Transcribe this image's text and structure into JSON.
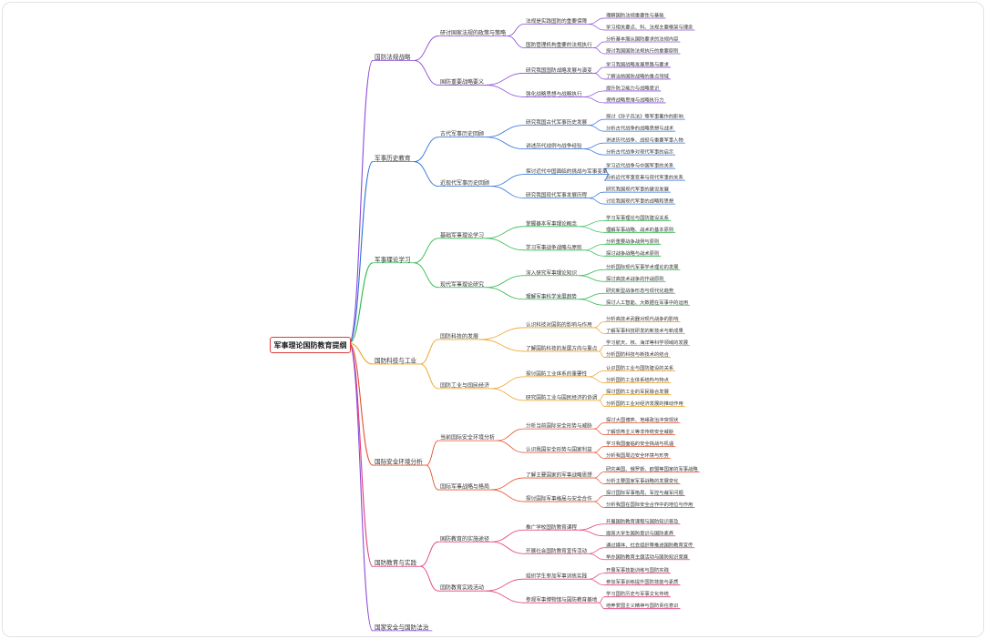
{
  "root": "军事理论国防教育提纲",
  "branches": [
    {
      "label": "国防法规战略",
      "color": "#8a4bd8",
      "children": [
        {
          "label": "研讨国家法规的政策与策略",
          "children": [
            {
              "label": "法规是实践国防的重要保障",
              "children": [
                "理解国防法规重要性与基础",
                "学习相关要点、科、法规主要框架与理念"
              ]
            },
            {
              "label": "国防管理机构重要的法规执行",
              "children": [
                "分析基本服从国防要求的法规内容",
                "探讨我国国防法规执行的重要原则"
              ]
            }
          ]
        },
        {
          "label": "国防重要战略要义",
          "children": [
            {
              "label": "研究我国国防战略发展与演变",
              "children": [
                "学习我国战略发展思路与要求",
                "了解当前国防战略的重点领域"
              ]
            },
            {
              "label": "强化战略思想与战略执行",
              "children": [
                "提升防卫能力与战略意识",
                "保持战略思维与战略执行力"
              ]
            }
          ]
        }
      ]
    },
    {
      "label": "军事历史教育",
      "color": "#2f6fd8",
      "children": [
        {
          "label": "古代军事历史回顾",
          "children": [
            {
              "label": "研究我国古代军事历史发展",
              "children": [
                "探讨《孙子兵法》等军事著作的影响",
                "分析古代战争的战略思想与战术"
              ]
            },
            {
              "label": "讲述历代战例与战争经验",
              "children": [
                "讲述历代战争、战役与重要军事人物",
                "分析古代战争对现代军事的启示"
              ]
            }
          ]
        },
        {
          "label": "近现代军事历史回顾",
          "children": [
            {
              "label": "探讨近代中国面临的挑战与军事变革",
              "children": [
                "学习近代战争与中国军事的关系",
                "分析近代军事变革与现代军事的关系"
              ]
            },
            {
              "label": "研究我国现代军事发展历程",
              "children": [
                "研究我国现代军事的建设发展",
                "讨论我国现代军事的战略和思想"
              ]
            }
          ]
        }
      ]
    },
    {
      "label": "军事理论学习",
      "color": "#2db84d",
      "children": [
        {
          "label": "基础军事理论学习",
          "children": [
            {
              "label": "掌握基本军事理论概念",
              "children": [
                "学习军事理论与国防建设关系",
                "理解军事战略、战术的基本原则"
              ]
            },
            {
              "label": "学习军事战争战略与原则",
              "children": [
                "分析重要战争战例与原则",
                "探讨战争战略与战术原则"
              ]
            }
          ]
        },
        {
          "label": "现代军事理论研究",
          "children": [
            {
              "label": "深入研究军事理论知识",
              "children": [
                "分析国际现代军事学术理论的发展",
                "探讨高技术战争的作战原则"
              ]
            },
            {
              "label": "理解军事科学发展趋势",
              "children": [
                "研究新型战争形态与现代化趋势",
                "探讨人工智能、大数据在军事中的运用"
              ]
            }
          ]
        }
      ]
    },
    {
      "label": "国防科技与工业",
      "color": "#f0a020",
      "children": [
        {
          "label": "国防科技的发展",
          "children": [
            {
              "label": "认识科技对国防的影响与作用",
              "children": [
                "分析高技术武器对现代战争的影响",
                "了解军事科技研发的新技术与新成果"
              ]
            },
            {
              "label": "了解国防科技的发展方向与重点",
              "children": [
                "学习航天、核、海洋等科学领域的发展",
                "分析国防科技与新技术的结合"
              ]
            }
          ]
        },
        {
          "label": "国防工业与国民经济",
          "children": [
            {
              "label": "探讨国防工业体系的重要性",
              "children": [
                "认识国防工业与国防建设的关系",
                "分析国防工业体系结构与特点"
              ]
            },
            {
              "label": "研究国防工业与国民经济的协调",
              "children": [
                "探讨国防工业的军民融合发展",
                "分析国防工业对经济发展的推动作用"
              ]
            }
          ]
        }
      ]
    },
    {
      "label": "国际安全环境分析",
      "color": "#e5512e",
      "children": [
        {
          "label": "当前国际安全环境分析",
          "children": [
            {
              "label": "分析当前国际安全形势与威胁",
              "children": [
                "探讨大国博弈、地缘政治冲突现状",
                "了解恐怖主义等非传统安全威胁"
              ]
            },
            {
              "label": "认识我国安全形势与国家利益",
              "children": [
                "学习我国面临的安全挑战与机遇",
                "分析我国周边安全环境与形势"
              ]
            }
          ]
        },
        {
          "label": "国际军事战略与格局",
          "children": [
            {
              "label": "了解主要国家的军事战略思想",
              "children": [
                "研究美国、俄罗斯、欧盟等国家的军事战略",
                "分析主要国家军事战略的发展变化"
              ]
            },
            {
              "label": "探讨国际军事格局与安全合作",
              "children": [
                "探讨国际军事格局、军控与裁军问题",
                "分析我国在国际安全合作中的地位与作用"
              ]
            }
          ]
        }
      ]
    },
    {
      "label": "国防教育与实践",
      "color": "#e23b7c",
      "children": [
        {
          "label": "国防教育的实施途径",
          "children": [
            {
              "label": "推广学校国防教育课程",
              "children": [
                "开展国防教育课程与国防知识普及",
                "提高大学生国防意识与国防素养"
              ]
            },
            {
              "label": "开展社会国防教育宣传活动",
              "children": [
                "通过媒体、社会组织等推进国防教育宣传",
                "举办国防教育主题活动与国防知识竞赛"
              ]
            }
          ]
        },
        {
          "label": "国防教育实践活动",
          "children": [
            {
              "label": "组织学生参加军事训练实践",
              "children": [
                "开展军事技能训练与国防实践",
                "参加军事训练提升国防技能与素质"
              ]
            },
            {
              "label": "参观军事博物馆与国防教育基地",
              "children": [
                "学习国防历史与军事文化传统",
                "培养爱国主义精神与国防责任意识"
              ]
            }
          ]
        }
      ]
    },
    {
      "label": "国家安全与国防法治",
      "color": "#8a4bd8",
      "children": []
    }
  ]
}
